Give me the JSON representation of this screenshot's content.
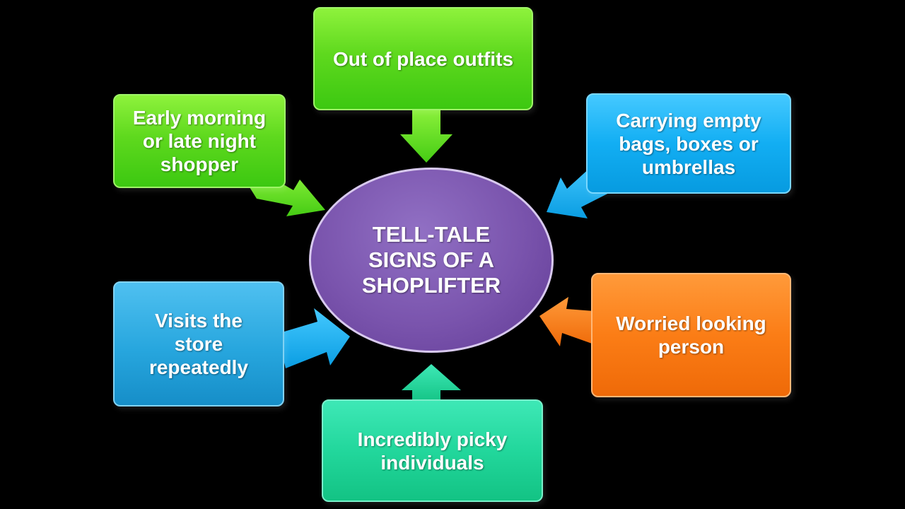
{
  "center": {
    "title": "TELL-TALE\nSIGNS OF A\nSHOPLIFTER",
    "color": "#7a54ad"
  },
  "signs": [
    {
      "id": "outfits",
      "label": "Out of place outfits",
      "color": "#6fe02a"
    },
    {
      "id": "hours",
      "label": "Early morning\nor late night\nshopper",
      "color": "#5fd91e"
    },
    {
      "id": "bags",
      "label": "Carrying empty\nbags, boxes or\numbrellas",
      "color": "#12aef3"
    },
    {
      "id": "repeat",
      "label": "Visits the\nstore\nrepeatedly",
      "color": "#27a6de"
    },
    {
      "id": "worried",
      "label": "Worried looking\nperson",
      "color": "#fb7d16"
    },
    {
      "id": "picky",
      "label": "Incredibly picky\nindividuals",
      "color": "#22d79c"
    }
  ]
}
